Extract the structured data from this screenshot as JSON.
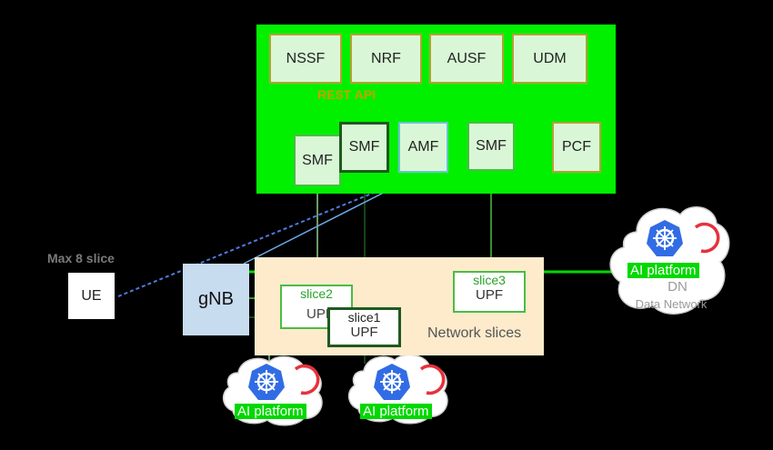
{
  "core": {
    "top_functions": [
      "NSSF",
      "NRF",
      "AUSF",
      "UDM"
    ],
    "rest_api_label": "REST API",
    "smf_left": "SMF",
    "smf_mid": "SMF",
    "amf": "AMF",
    "smf_right": "SMF",
    "pcf": "PCF"
  },
  "access": {
    "max_label": "Max 8 slice",
    "ue": "UE",
    "gnb": "gNB"
  },
  "slices": {
    "area_label": "Network slices",
    "slice2": {
      "name": "slice2",
      "upf": "UPF"
    },
    "slice1": {
      "name": "slice1",
      "upf": "UPF"
    },
    "slice3": {
      "name": "slice3",
      "upf": "UPF"
    }
  },
  "platforms": {
    "dn_ai": "AI platform",
    "dn_title": "DN",
    "dn_subtitle": "Data Network",
    "edge_left_ai": "AI platform",
    "edge_mid_ai": "AI platform"
  },
  "colors": {
    "core_bg": "#00f000",
    "nf_fill": "#d9f7d6",
    "rest_bus": "#c8a000",
    "slices_bg": "#fdebcc",
    "gnb_fill": "#c8dcef",
    "k8s_blue": "#326ce5",
    "refresh_red": "#e5323b",
    "ai_label_bg": "#00d800"
  },
  "icons": [
    "kubernetes-helm-icon",
    "refresh-arrow-icon",
    "cloud-icon"
  ]
}
